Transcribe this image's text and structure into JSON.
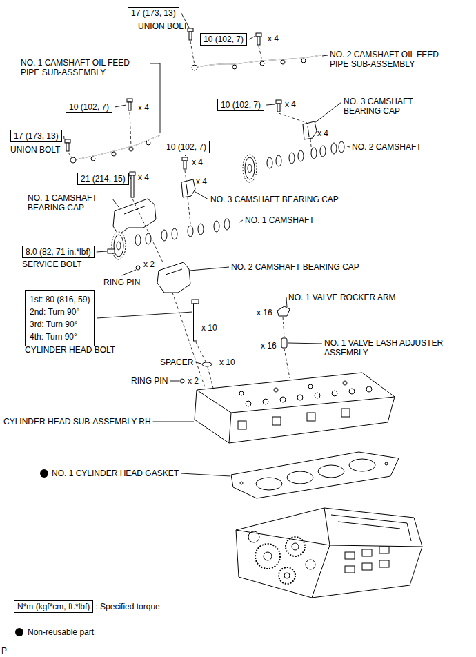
{
  "diagram": {
    "nodes": [
      {
        "text": [
          "17 (173, 13)"
        ]
      },
      {
        "text": [
          "10 (102, 7)"
        ]
      },
      {
        "text": [
          "10 (102, 7)"
        ]
      },
      {
        "text": [
          "10 (102, 7)"
        ]
      },
      {
        "text": [
          "17 (173, 13)"
        ]
      },
      {
        "text": [
          "10 (102, 7)"
        ]
      },
      {
        "text": [
          "21 (214, 15)"
        ]
      },
      {
        "text": [
          "8.0 (82, 71 in.*lbf)"
        ]
      },
      {
        "text": [
          "1st: 80 (816, 59)",
          "2nd: Turn 90°",
          "3rd: Turn 90°",
          "4th: Turn 90°"
        ]
      },
      {
        "text": [
          "N*m (kgf*cm, ft.*lbf)"
        ]
      }
    ],
    "labels": [
      "UNION BOLT",
      "x 4",
      "NO. 2 CAMSHAFT OIL FEED PIPE SUB-ASSEMBLY",
      "NO. 1 CAMSHAFT OIL FEED PIPE SUB-ASSEMBLY",
      "x 4",
      "NO. 3 CAMSHAFT BEARING CAP",
      "x 4",
      "x 4",
      "NO. 2 CAMSHAFT",
      "UNION BOLT",
      "x 4",
      "x 4",
      "x 4",
      "NO. 3 CAMSHAFT BEARING CAP",
      "NO. 1 CAMSHAFT BEARING CAP",
      "NO. 1 CAMSHAFT",
      "SERVICE BOLT",
      "NO. 2 CAMSHAFT BEARING CAP",
      "RING PIN",
      "x 2",
      "NO. 1 VALVE ROCKER ARM",
      "x 16",
      "x 10",
      "NO. 1 VALVE LASH ADJUSTER ASSEMBLY",
      "x 16",
      "SPACER",
      "x 10",
      "CYLINDER HEAD BOLT",
      "RING PIN",
      "x 2",
      "CYLINDER HEAD SUB-ASSEMBLY RH",
      "NO. 1 CYLINDER HEAD GASKET",
      "P"
    ],
    "legend": [
      {
        "text": ": Specified torque"
      },
      {
        "text": "Non-reusable part"
      }
    ]
  }
}
